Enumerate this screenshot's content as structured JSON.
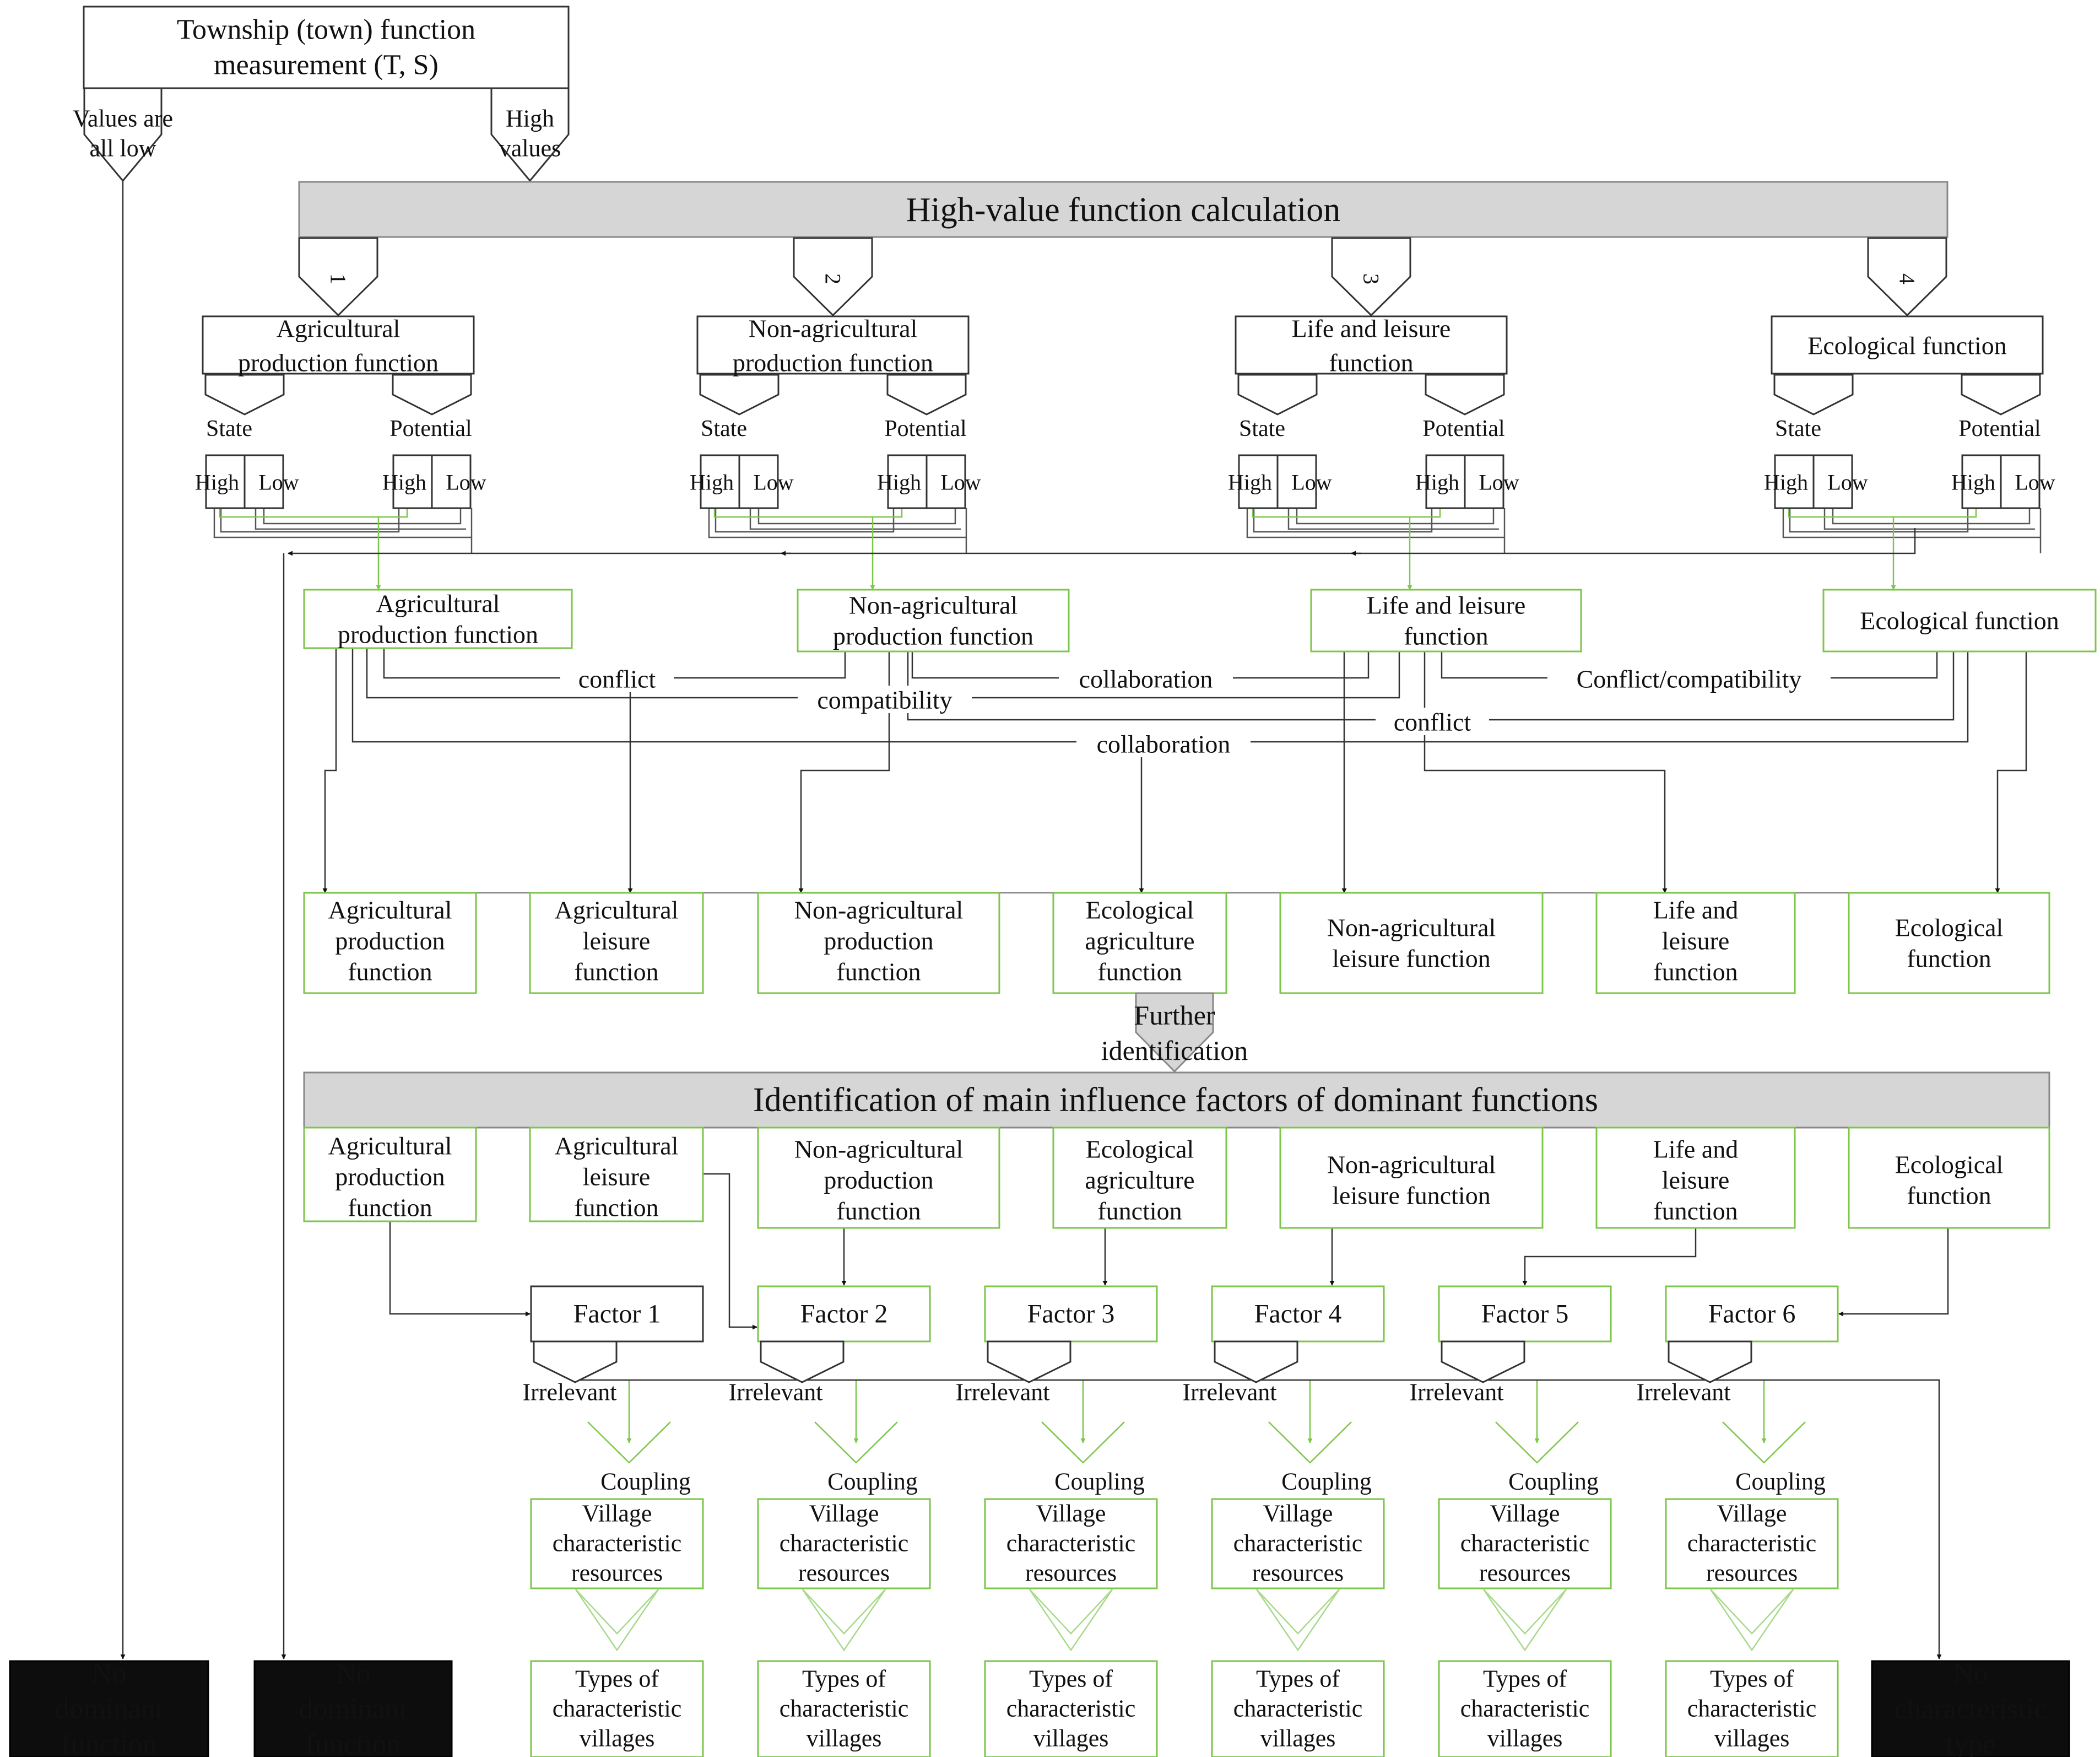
{
  "top": {
    "title": "Township (town) function measurement (T, S)",
    "title_lines": [
      "Township (town) function",
      "measurement (T, S)"
    ],
    "values_low": [
      "Values are",
      "all low"
    ],
    "high_values": [
      "High",
      "values"
    ]
  },
  "banner1": "High-value function calculation",
  "banner2": "Identification of main influence factors of dominant functions",
  "branch_numbers": [
    "1",
    "2",
    "3",
    "4"
  ],
  "functions": [
    {
      "lines": [
        "Agricultural",
        "production function"
      ],
      "state": "State",
      "potential": "Potential",
      "high": "High",
      "low": "Low"
    },
    {
      "lines": [
        "Non-agricultural",
        "production function"
      ],
      "state": "State",
      "potential": "Potential",
      "high": "High",
      "low": "Low"
    },
    {
      "lines": [
        "Life and leisure",
        "function"
      ],
      "state": "State",
      "potential": "Potential",
      "high": "High",
      "low": "Low"
    },
    {
      "lines": [
        "Ecological function"
      ],
      "state": "State",
      "potential": "Potential",
      "high": "High",
      "low": "Low"
    }
  ],
  "high_functions": [
    [
      "Agricultural",
      "production function"
    ],
    [
      "Non-agricultural",
      "production function"
    ],
    [
      "Life and leisure",
      "function"
    ],
    [
      "Ecological function"
    ]
  ],
  "relations": [
    "conflict",
    "collaboration",
    "Conflict/compatibility",
    "compatibility",
    "conflict",
    "collaboration"
  ],
  "dominant_functions": [
    [
      "Agricultural",
      "production",
      "function"
    ],
    [
      "Agricultural",
      "leisure",
      "function"
    ],
    [
      "Non-agricultural",
      "production",
      "function"
    ],
    [
      "Ecological",
      "agriculture",
      "function"
    ],
    [
      "Non-agricultural",
      "leisure function"
    ],
    [
      "Life and",
      "leisure",
      "function"
    ],
    [
      "Ecological",
      "function"
    ]
  ],
  "further_identification": [
    "Further",
    "identification"
  ],
  "factors": [
    "Factor 1",
    "Factor 2",
    "Factor 3",
    "Factor 4",
    "Factor 5",
    "Factor 6"
  ],
  "irrelevant": "Irrelevant",
  "coupling": "Coupling",
  "village_resources": [
    "Village",
    "characteristic",
    "resources"
  ],
  "village_types": [
    "Types of",
    "characteristic",
    "villages"
  ],
  "outcomes": {
    "no_dominant_1": [
      "No",
      "dominant",
      "function"
    ],
    "no_dominant_2": [
      "No",
      "dominant",
      "function"
    ],
    "no_type": [
      "No",
      "characteristic",
      "type"
    ]
  },
  "colors": {
    "green": "#7cc64a",
    "gray_fill": "#d6d6d6",
    "black": "#111111",
    "line": "#333333"
  }
}
